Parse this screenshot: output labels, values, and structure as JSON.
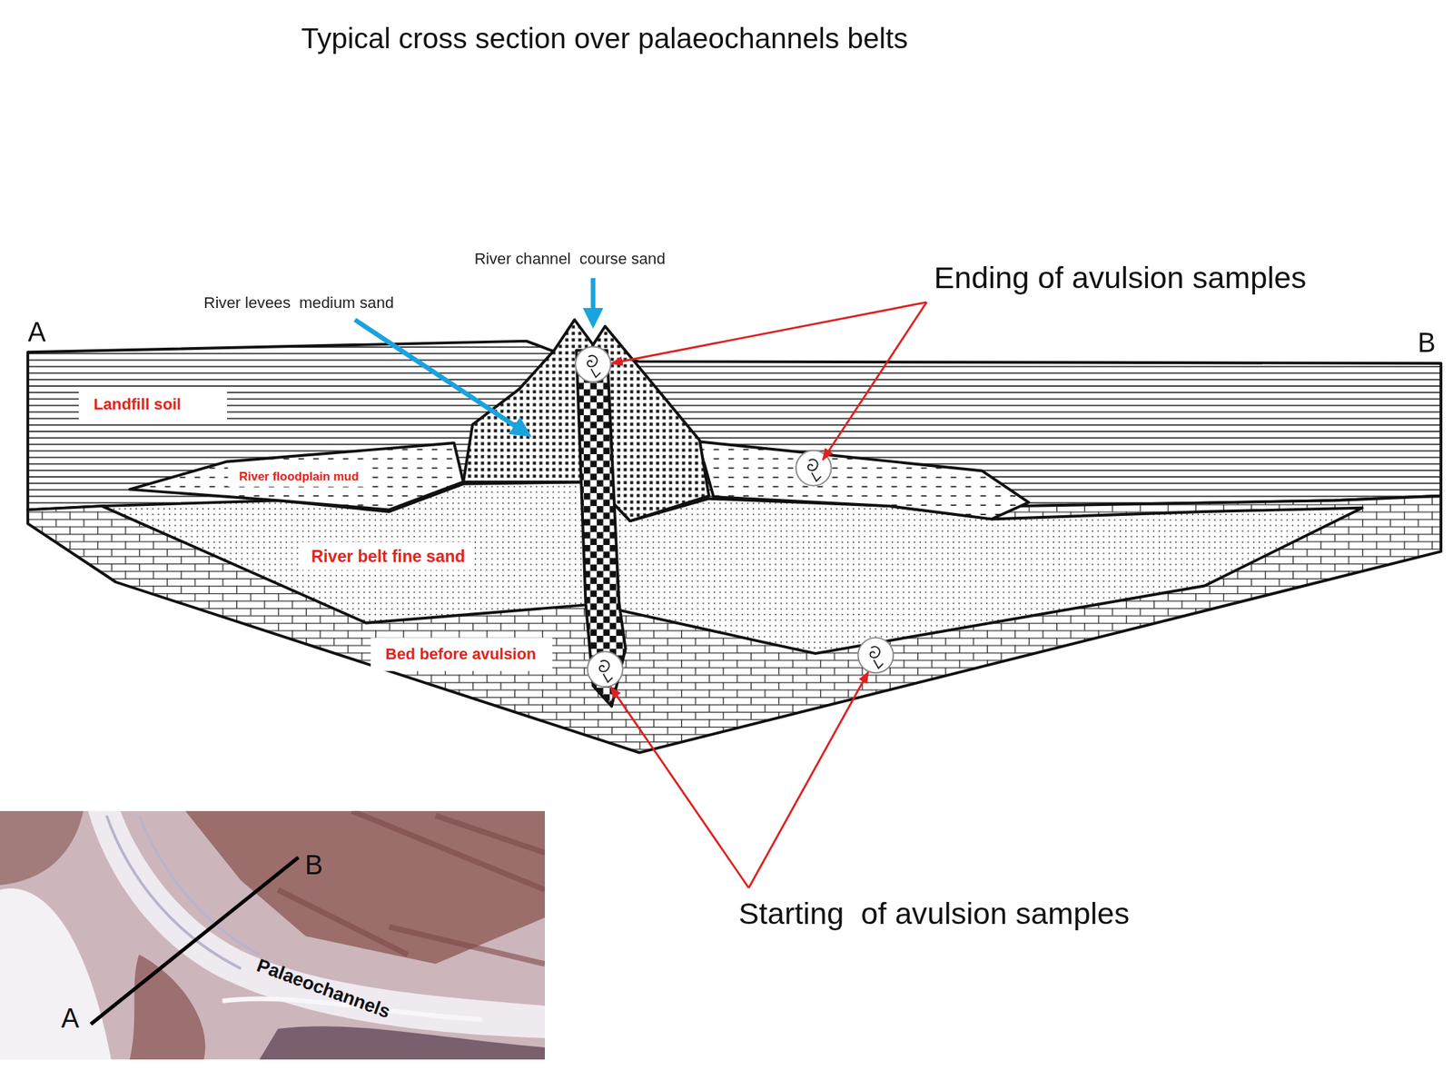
{
  "diagram": {
    "title": "Typical cross section over palaeochannels belts",
    "nodes": [
      {
        "text": [
          "Landfill soil"
        ]
      },
      {
        "text": [
          "River floodplain mud"
        ]
      },
      {
        "text": [
          "River belt fine sand"
        ]
      },
      {
        "text": [
          "Bed before avulsion"
        ]
      }
    ],
    "labels": [
      "River channel  course sand",
      "River levees  medium sand",
      "Ending of avulsion samples",
      "Starting  of avulsion samples",
      "A",
      "B",
      "A",
      "B",
      "Palaeochannels"
    ]
  }
}
